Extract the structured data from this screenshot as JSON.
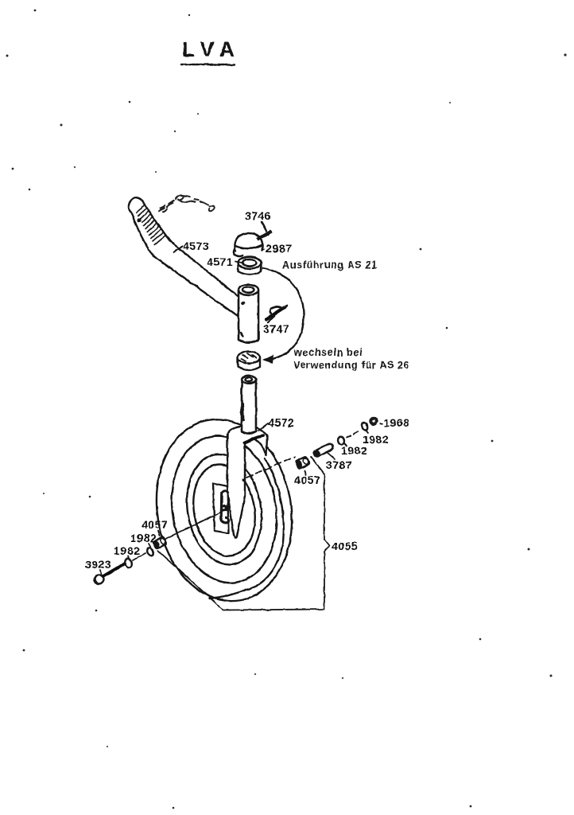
{
  "page": {
    "background": "#ffffff",
    "ink_color": "#161616"
  },
  "title": {
    "text": "LVA"
  },
  "annotations": {
    "variant_as21": "Ausführung AS 21",
    "swap_note_line1": "wechseln bei",
    "swap_note_line2": "Verwendung für AS 26"
  },
  "part_labels": {
    "crank_handle": "4573",
    "top_pin": "3746",
    "cap": "-2987",
    "top_bushing": "4571",
    "spring_clip": "3747",
    "inner_tube": "4572",
    "wheel_assembly": "4055",
    "axle_nut": "-1968",
    "washer_right_outer": "1982",
    "washer_right_inner": "1982",
    "axle_pin": "3787",
    "hub_bushing_right": "4057",
    "hub_bushing_left": "4057",
    "washer_left_inner": "1982",
    "washer_left_outer": "1982",
    "axle_bolt": "3923"
  }
}
